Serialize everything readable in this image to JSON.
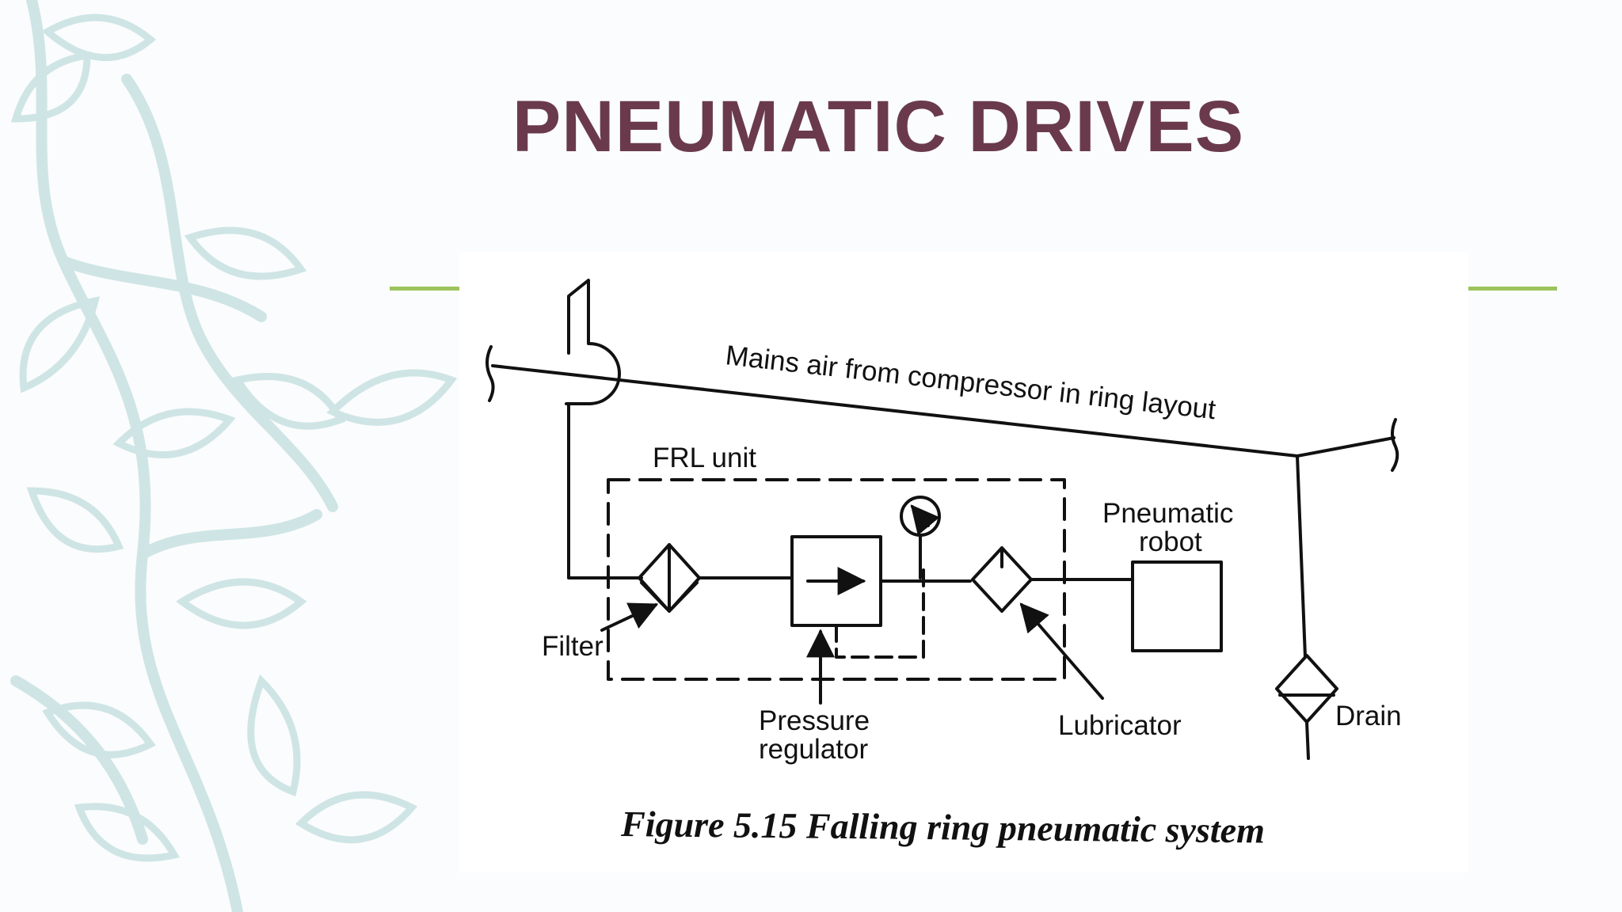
{
  "slide": {
    "title": "PNEUMATIC DRIVES",
    "accent_color": "#9cc35e",
    "title_color": "#6a3a4c",
    "decor_color": "#cfe5e5"
  },
  "diagram": {
    "mains_label": "Mains air from compressor in ring layout",
    "frl_label": "FRL unit",
    "robot_label_line1": "Pneumatic",
    "robot_label_line2": "robot",
    "filter_label": "Filter",
    "regulator_label_line1": "Pressure",
    "regulator_label_line2": "regulator",
    "lubricator_label": "Lubricator",
    "drain_label": "Drain",
    "caption": "Figure 5.15 Falling ring pneumatic system"
  }
}
